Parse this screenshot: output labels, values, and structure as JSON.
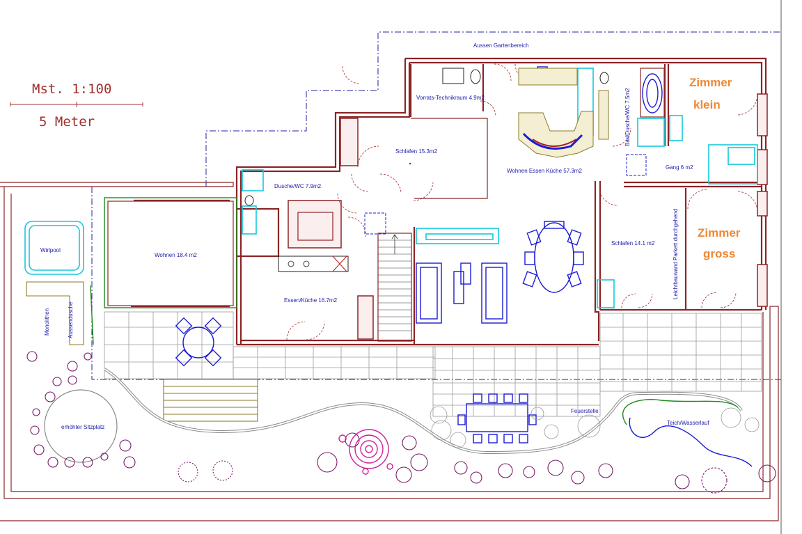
{
  "scale": {
    "ratio": "Mst. 1:100",
    "length": "5 Meter"
  },
  "rooms": {
    "aussen_garten": "Aussen Gartenbereich",
    "vorrats": "Vorrats-Technikraum 4.9m2",
    "bad_dusche": "Bad/Dusche/WC 7.5m2",
    "schlafen_oben": "Schlafen 15.3m2",
    "wohnen_essen_kueche": "Wohnen Essen Küche 57.3m2",
    "gang": "Gang 6 m2",
    "dusche_wc": "Dusche/WC 7.9m2",
    "wohnen": "Wohnen 18.4 m2",
    "essen_kueche": "Essen/Küche 16.7m2",
    "schlafen_rechts": "Schlafen 14.1 m2",
    "leichtbauwand": "Leichtbauwand Parkett durchgehend",
    "wirlpool": "Wirlpool",
    "monolithen": "Monolithen",
    "aussendusche": "Aussendusche",
    "sitzplatz": "erhöhter Sitzplatz",
    "feuerstelle": "Feuerstelle",
    "teich": "Teich/Wasserlauf"
  },
  "annotations": {
    "zimmer_klein_1": "Zimmer",
    "zimmer_klein_2": "klein",
    "zimmer_gross_1": "Zimmer",
    "zimmer_gross_2": "gross"
  },
  "colors": {
    "walls": "#8b2426",
    "furniture": "#1b1bd6",
    "fixtures": "#14c8dc",
    "labels": "#1a1aa8",
    "annotation": "#ee8833",
    "plants": "#7a1a6a"
  }
}
